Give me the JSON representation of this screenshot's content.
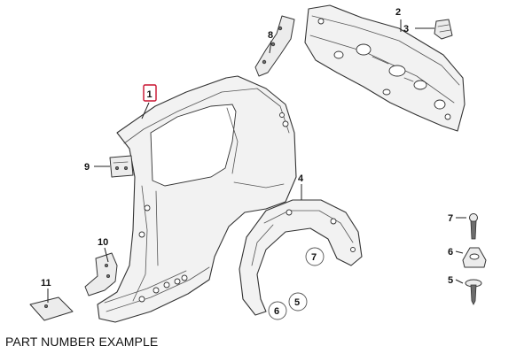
{
  "caption": "PART NUMBER EXAMPLE",
  "highlight_color": "#c8102e",
  "callouts": {
    "p1": "1",
    "p2": "2",
    "p3": "3",
    "p4": "4",
    "p5a": "5",
    "p5b": "5",
    "p6a": "6",
    "p6b": "6",
    "p7a": "7",
    "p7b": "7",
    "p8": "8",
    "p9": "9",
    "p10": "10",
    "p11": "11"
  }
}
